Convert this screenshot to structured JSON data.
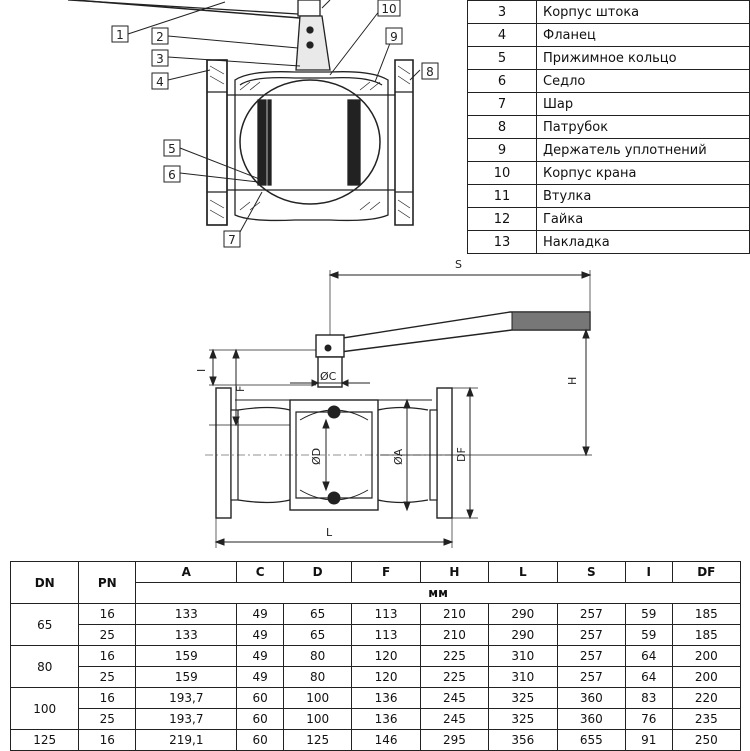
{
  "callouts": [
    "1",
    "2",
    "3",
    "4",
    "5",
    "6",
    "7",
    "8",
    "9",
    "10"
  ],
  "parts": [
    {
      "num": "3",
      "name": "Корпус штока"
    },
    {
      "num": "4",
      "name": "Фланец"
    },
    {
      "num": "5",
      "name": "Прижимное кольцо"
    },
    {
      "num": "6",
      "name": "Седло"
    },
    {
      "num": "7",
      "name": "Шар"
    },
    {
      "num": "8",
      "name": "Патрубок"
    },
    {
      "num": "9",
      "name": "Держатель уплотнений"
    },
    {
      "num": "10",
      "name": "Корпус крана"
    },
    {
      "num": "11",
      "name": "Втулка"
    },
    {
      "num": "12",
      "name": "Гайка"
    },
    {
      "num": "13",
      "name": "Накладка"
    }
  ],
  "dims": {
    "s": "S",
    "h": "H",
    "i": "I",
    "f": "F",
    "c": "ØC",
    "d": "ØD",
    "a": "ØA",
    "df": "DF",
    "l": "L"
  },
  "table": {
    "head": [
      "DN",
      "PN",
      "A",
      "C",
      "D",
      "F",
      "H",
      "L",
      "S",
      "I",
      "DF"
    ],
    "unit": "мм",
    "groups": [
      {
        "dn": "65",
        "rows": [
          {
            "pn": "16",
            "v": [
              "133",
              "49",
              "65",
              "113",
              "210",
              "290",
              "257",
              "59",
              "185"
            ]
          },
          {
            "pn": "25",
            "v": [
              "133",
              "49",
              "65",
              "113",
              "210",
              "290",
              "257",
              "59",
              "185"
            ]
          }
        ]
      },
      {
        "dn": "80",
        "rows": [
          {
            "pn": "16",
            "v": [
              "159",
              "49",
              "80",
              "120",
              "225",
              "310",
              "257",
              "64",
              "200"
            ]
          },
          {
            "pn": "25",
            "v": [
              "159",
              "49",
              "80",
              "120",
              "225",
              "310",
              "257",
              "64",
              "200"
            ]
          }
        ]
      },
      {
        "dn": "100",
        "rows": [
          {
            "pn": "16",
            "v": [
              "193,7",
              "60",
              "100",
              "136",
              "245",
              "325",
              "360",
              "83",
              "220"
            ]
          },
          {
            "pn": "25",
            "v": [
              "193,7",
              "60",
              "100",
              "136",
              "245",
              "325",
              "360",
              "76",
              "235"
            ]
          }
        ]
      },
      {
        "dn": "125",
        "rows": [
          {
            "pn": "16",
            "v": [
              "219,1",
              "60",
              "125",
              "146",
              "295",
              "356",
              "655",
              "91",
              "250"
            ]
          }
        ]
      }
    ]
  }
}
